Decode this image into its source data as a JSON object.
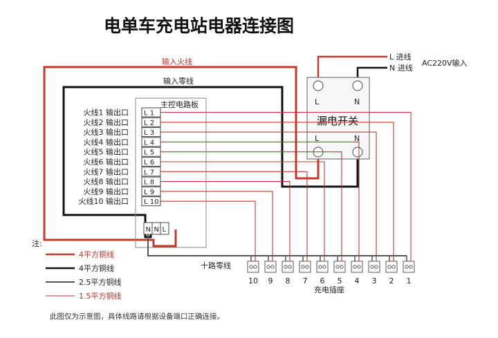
{
  "title": "电单车充电站电器连接图",
  "labels": {
    "live_in": "输入火线",
    "neutral_in": "输入零线",
    "main_board": "主控电路板",
    "breaker": "漏电开关",
    "breaker_L": "L",
    "breaker_N": "N",
    "supply_L": "L 进线",
    "supply_N": "N 进线",
    "supply": "AC220V输入",
    "ten_neutral": "十路零线",
    "sockets": "充电插座",
    "note_title": "注:",
    "disclaimer": "此图仅为示意图，具体线路请根据设备端口正确连接。"
  },
  "board_terminals": [
    "L 1",
    "L 2",
    "L 3",
    "L 4",
    "L 5",
    "L 6",
    "L 7",
    "L 8",
    "L 9",
    "L 10"
  ],
  "board_bottom_terminals": [
    "N",
    "N",
    "L"
  ],
  "outputs": [
    "火线1 输出口",
    "火线2 输出口",
    "火线3 输出口",
    "火线4 输出口",
    "火线5 输出口",
    "火线6 输出口",
    "火线7 输出口",
    "火线8 输出口",
    "火线9 输出口",
    "火线10 输出口"
  ],
  "socket_numbers": [
    "10",
    "9",
    "8",
    "7",
    "6",
    "5",
    "4",
    "3",
    "2",
    "1"
  ],
  "legend": [
    {
      "label": "4平方铜线",
      "color": "#c0392b"
    },
    {
      "label": "4平方铜线",
      "color": "#111111"
    },
    {
      "label": "2.5平方铜线",
      "color": "#555555"
    },
    {
      "label": "1.5平方铜线",
      "color": "#c0392b"
    }
  ]
}
